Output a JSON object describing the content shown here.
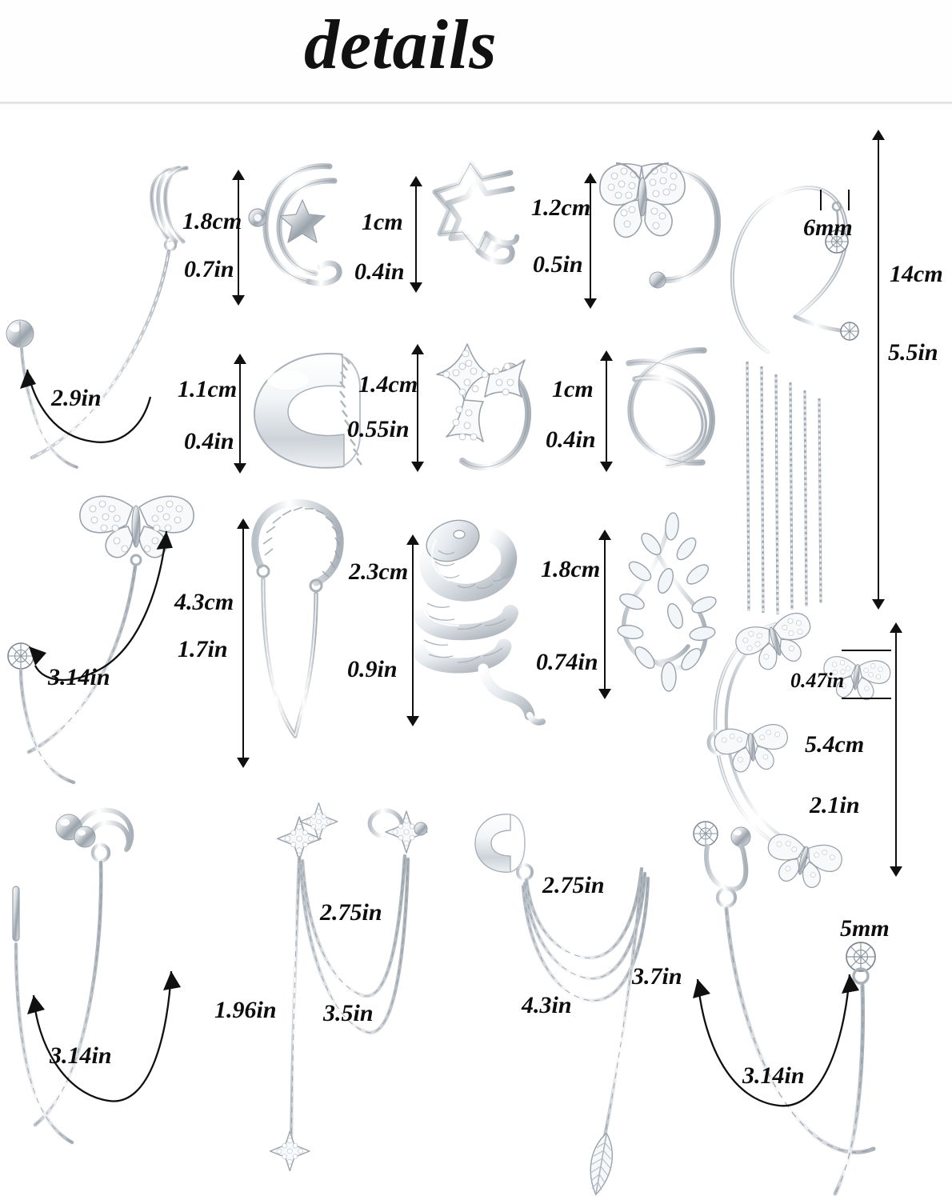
{
  "page": {
    "title": "details",
    "background_color": "#ffffff",
    "text_color": "#0d0d0d"
  },
  "measurements": {
    "chain_ball_stud": "2.9in",
    "star_cuff_cm": "1.8cm",
    "star_cuff_in": "0.7in",
    "wave_cuff_cm": "1cm",
    "wave_cuff_in": "0.4in",
    "butterfly_cuff_cm": "1.2cm",
    "butterfly_cuff_in": "0.5in",
    "tassel_crystal": "6mm",
    "tassel_cm": "14cm",
    "tassel_in": "5.5in",
    "wide_band_cm": "1.1cm",
    "wide_band_in": "0.4in",
    "starfish_cuff_cm": "1.4cm",
    "starfish_cuff_in": "0.55in",
    "criss_cross_cm": "1cm",
    "criss_cross_in": "0.4in",
    "butterfly_chain_in": "3.14in",
    "butterfly_chain_cm": "4.3cm",
    "butterfly_chain_alt_in": "1.7in",
    "twist_cuff_cm": "2.3cm",
    "twist_cuff_in": "0.9in",
    "snake_cuff_cm": "1.8cm",
    "snake_cuff_in": "0.74in",
    "butterfly_climber_single": "0.47in",
    "butterfly_climber_cm": "5.4cm",
    "butterfly_climber_in": "2.1in",
    "bar_chain_in": "3.14in",
    "star_drop_in": "1.96in",
    "star_chain_upper_in": "2.75in",
    "star_chain_lower_in": "3.5in",
    "cuff_chain_upper_in": "2.75in",
    "cuff_chain_lower_in": "4.3in",
    "feather_drop_in": "3.7in",
    "crystal_chain_in": "3.14in",
    "crystal_size": "5mm"
  },
  "items": [
    {
      "name": "chain-ball-stud-cuff",
      "labels": [
        "2.9in"
      ]
    },
    {
      "name": "star-double-band-cuff",
      "labels": [
        "1.8cm",
        "0.7in"
      ]
    },
    {
      "name": "wave-star-outline-cuff",
      "labels": [
        "1cm",
        "0.4in"
      ]
    },
    {
      "name": "pave-butterfly-cuff",
      "labels": [
        "1.2cm",
        "0.5in"
      ]
    },
    {
      "name": "crystal-tassel-ear-wrap",
      "labels": [
        "6mm",
        "14cm",
        "5.5in"
      ]
    },
    {
      "name": "wide-rope-band-cuff",
      "labels": [
        "1.1cm",
        "0.4in"
      ]
    },
    {
      "name": "pave-starfish-cuff",
      "labels": [
        "1.4cm",
        "0.55in"
      ]
    },
    {
      "name": "criss-cross-cuff",
      "labels": [
        "1cm",
        "0.4in"
      ]
    },
    {
      "name": "butterfly-chain-earring",
      "labels": [
        "3.14in",
        "4.3cm",
        "1.7in"
      ]
    },
    {
      "name": "twisted-cuff-double-chain",
      "labels": [
        "2.3cm",
        "0.9in"
      ]
    },
    {
      "name": "snake-wrap-cuff",
      "labels": [
        "2.3cm",
        "0.9in"
      ]
    },
    {
      "name": "leaf-vine-cuff",
      "labels": [
        "1.8cm",
        "0.74in"
      ]
    },
    {
      "name": "butterfly-climber-ear-wrap",
      "labels": [
        "0.47in",
        "5.4cm",
        "2.1in"
      ]
    },
    {
      "name": "bar-stud-chain-cuff",
      "labels": [
        "3.14in"
      ]
    },
    {
      "name": "star-burst-chain-earring",
      "labels": [
        "1.96in",
        "2.75in",
        "3.5in"
      ]
    },
    {
      "name": "cuff-triple-chain",
      "labels": [
        "2.75in",
        "4.3in"
      ]
    },
    {
      "name": "feather-drop-chain",
      "labels": [
        "3.7in"
      ]
    },
    {
      "name": "crystal-clip-chain-earring",
      "labels": [
        "3.14in",
        "5mm"
      ]
    }
  ]
}
